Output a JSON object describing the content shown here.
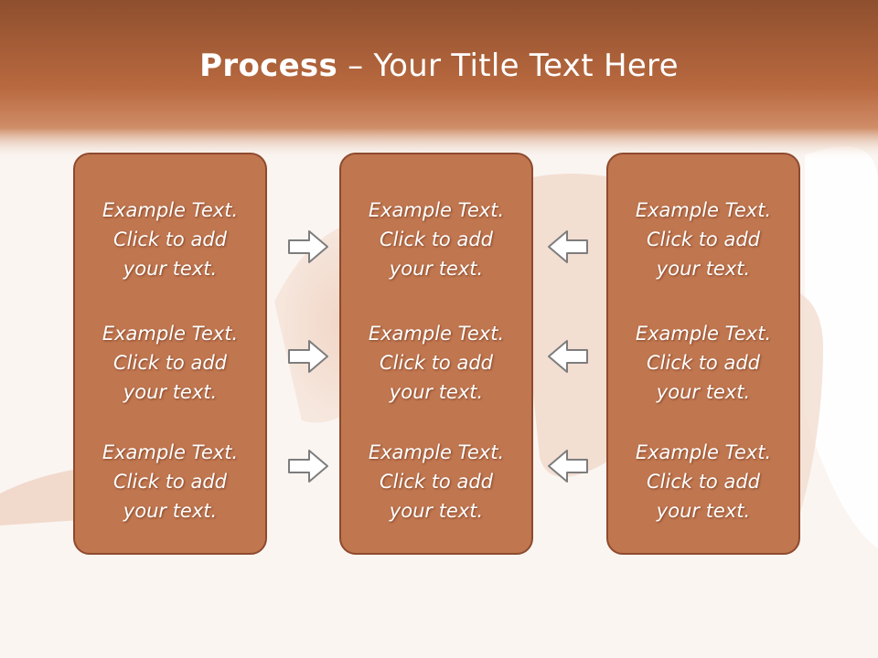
{
  "title": {
    "bold": "Process",
    "rest": " – Your Title Text Here"
  },
  "columns": [
    {
      "items": [
        {
          "line1": "Example Text.",
          "line2": "Click  to add",
          "line3": "your text."
        },
        {
          "line1": "Example Text.",
          "line2": "Click  to add",
          "line3": "your text."
        },
        {
          "line1": "Example Text.",
          "line2": "Click  to add",
          "line3": "your text."
        }
      ]
    },
    {
      "items": [
        {
          "line1": "Example Text.",
          "line2": "Click  to add",
          "line3": "your text."
        },
        {
          "line1": "Example Text.",
          "line2": "Click  to add",
          "line3": "your text."
        },
        {
          "line1": "Example Text.",
          "line2": "Click  to add",
          "line3": "your text."
        }
      ]
    },
    {
      "items": [
        {
          "line1": "Example Text.",
          "line2": "Click  to add",
          "line3": "your text."
        },
        {
          "line1": "Example Text.",
          "line2": "Click  to add",
          "line3": "your text."
        },
        {
          "line1": "Example Text.",
          "line2": "Click  to add",
          "line3": "your text."
        }
      ]
    }
  ],
  "arrows": {
    "left_group": [
      "right-arrow-icon",
      "right-arrow-icon",
      "right-arrow-icon"
    ],
    "right_group": [
      "left-arrow-icon",
      "left-arrow-icon",
      "left-arrow-icon"
    ]
  },
  "colors": {
    "header": "#b5683f",
    "box_fill": "#c0764f",
    "box_border": "#8e4a2e",
    "background": "#faf5f1"
  }
}
